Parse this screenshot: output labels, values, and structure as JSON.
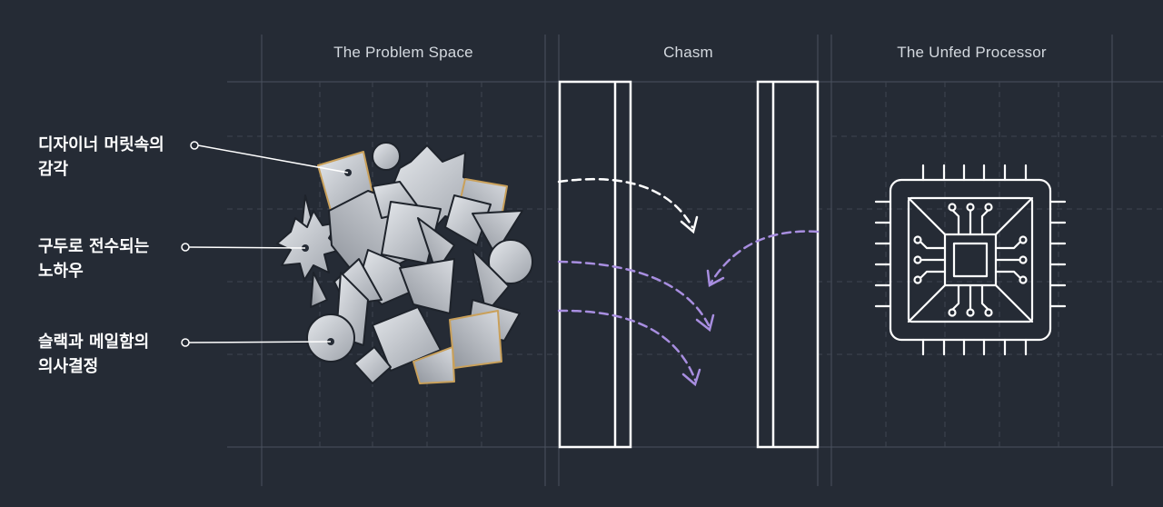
{
  "sections": {
    "problem_space": "The Problem Space",
    "chasm": "Chasm",
    "processor": "The Unfed Processor"
  },
  "callouts": [
    {
      "line1": "디자이너 머릿속의",
      "line2": "감각"
    },
    {
      "line1": "구두로 전수되는",
      "line2": "노하우"
    },
    {
      "line1": "슬랙과 메일함의",
      "line2": "의사결정"
    }
  ],
  "colors": {
    "background": "#252b35",
    "grid": "#4a525e",
    "white_arrow": "#ffffff",
    "purple_arrow": "#a88ee0",
    "shape_fill": "#c3c7cd",
    "shape_edge_accent": "#c9a05a"
  },
  "icons": {
    "processor": "cpu-chip-icon",
    "fragments": "scattered-shapes-cluster"
  }
}
